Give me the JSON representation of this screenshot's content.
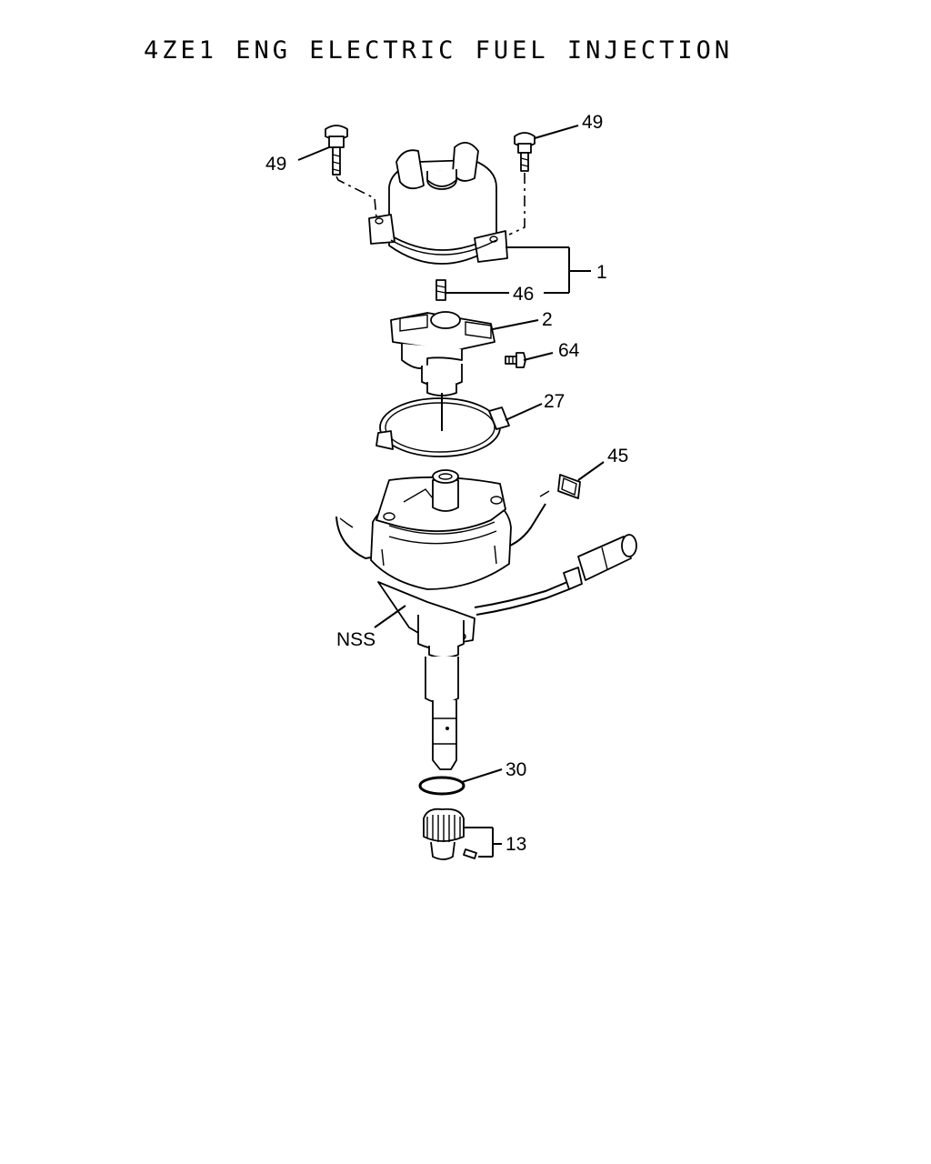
{
  "title": "4ZE1 ENG ELECTRIC FUEL INJECTION",
  "callouts": {
    "c49_left": "49",
    "c49_right": "49",
    "c1": "1",
    "c46": "46",
    "c2": "2",
    "c64": "64",
    "c27": "27",
    "c45": "45",
    "cnss": "NSS",
    "c30": "30",
    "c13": "13"
  }
}
